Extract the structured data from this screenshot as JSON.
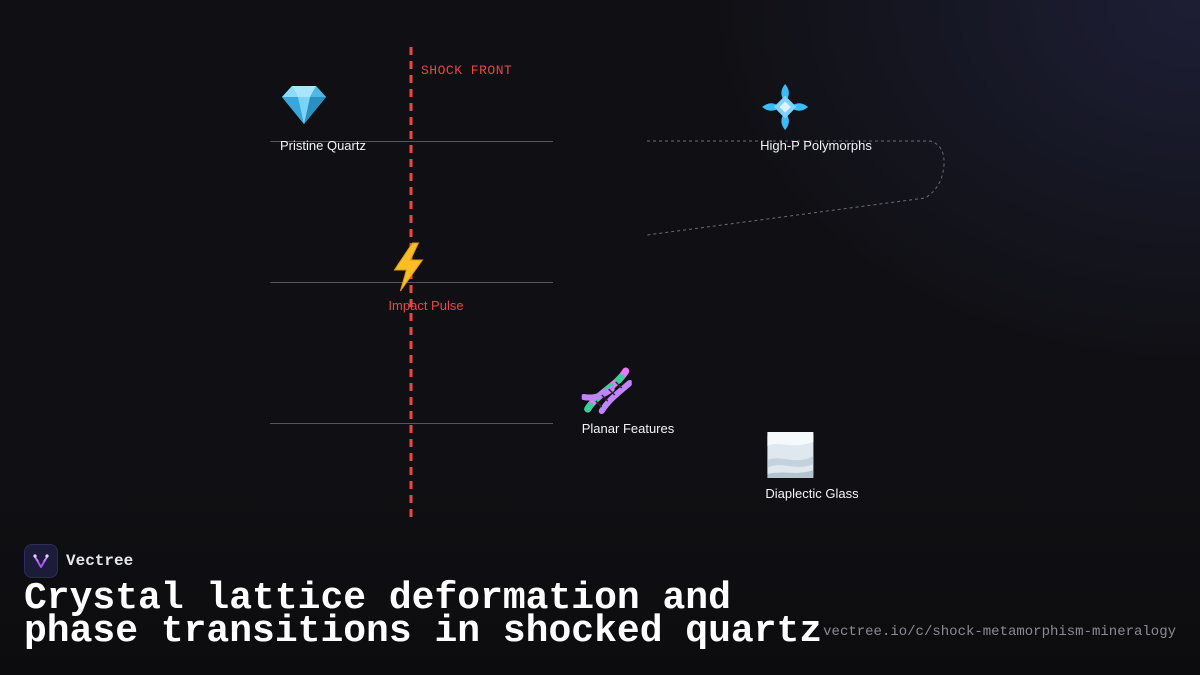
{
  "diagram": {
    "shock_front_label": "SHOCK FRONT",
    "nodes": {
      "pristine_quartz": {
        "label": "Pristine Quartz",
        "icon": "gem-icon"
      },
      "impact_pulse": {
        "label": "Impact Pulse",
        "icon": "lightning-icon"
      },
      "planar_features": {
        "label": "Planar Features",
        "icon": "dna-icon"
      },
      "high_p_polymorphs": {
        "label": "High-P Polymorphs",
        "icon": "diamond-shape-icon"
      },
      "diaplectic_glass": {
        "label": "Diaplectic Glass",
        "icon": "glass-block-icon"
      }
    },
    "colors": {
      "shock_front": "#ef4444",
      "background": "#101014",
      "connector": "#6b6b73"
    }
  },
  "footer": {
    "brand_name": "Vectree",
    "brand_icon": "vectree-logo-icon",
    "headline_line1": "Crystal lattice deformation and",
    "headline_line2": "phase transitions in shocked quartz",
    "url": "vectree.io/c/shock-metamorphism-mineralogy"
  }
}
